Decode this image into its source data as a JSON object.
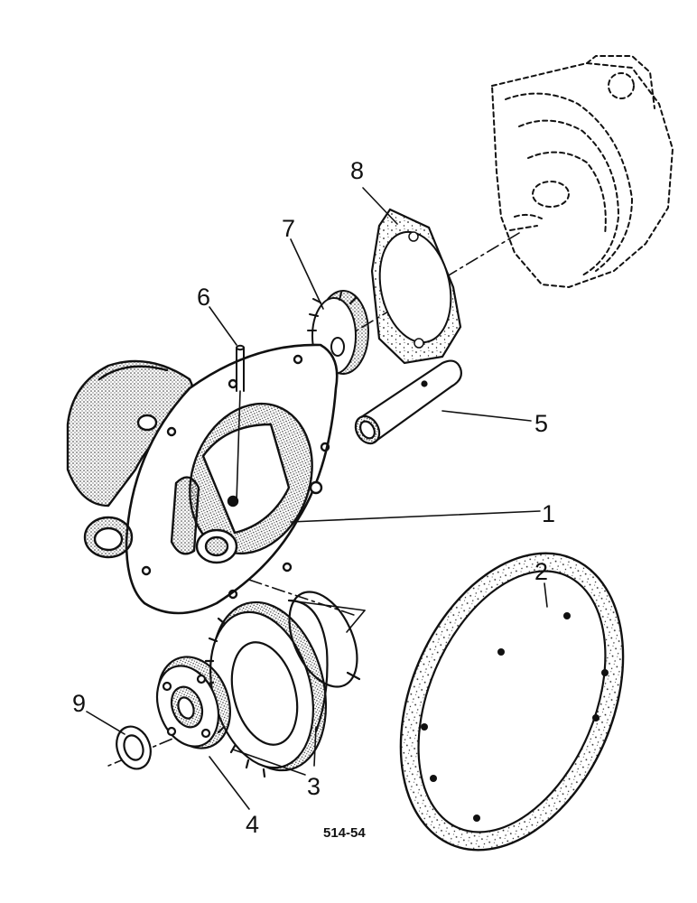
{
  "callouts": {
    "c1": "1",
    "c2": "2",
    "c3": "3",
    "c4": "4",
    "c5": "5",
    "c6": "6",
    "c7": "7",
    "c8": "8",
    "c9": "9"
  },
  "figure_code": "514-54",
  "ink_color": "#111111"
}
